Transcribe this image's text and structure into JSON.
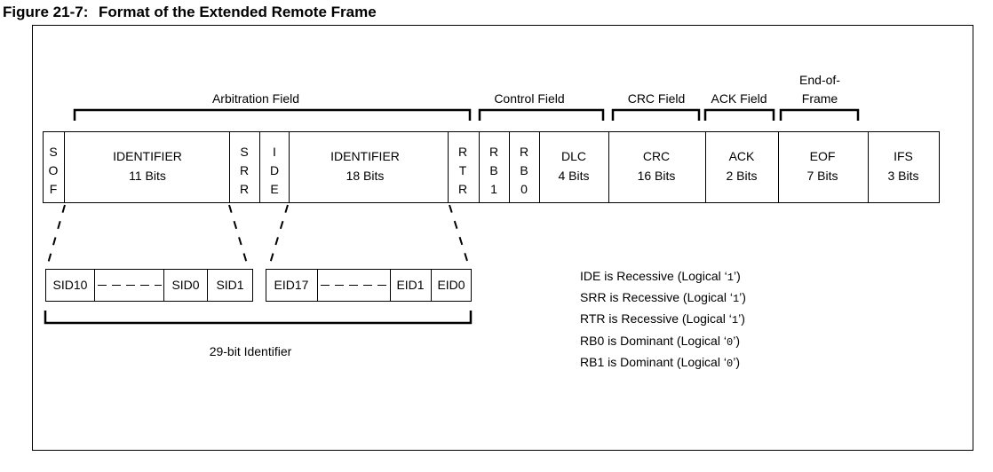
{
  "figure": {
    "label": "Figure 21-7:",
    "title": "Format of the Extended Remote Frame"
  },
  "field_groups": {
    "arbitration": "Arbitration Field",
    "control": "Control Field",
    "crc": "CRC Field",
    "ack": "ACK Field",
    "eof_line1": "End-of-",
    "eof_line2": "Frame"
  },
  "frame_cells": {
    "sof": [
      "S",
      "O",
      "F"
    ],
    "identifier_a": [
      "IDENTIFIER",
      "11 Bits"
    ],
    "srr": [
      "S",
      "R",
      "R"
    ],
    "ide": [
      "I",
      "D",
      "E"
    ],
    "identifier_b": [
      "IDENTIFIER",
      "18 Bits"
    ],
    "rtr": [
      "R",
      "T",
      "R"
    ],
    "rb1": [
      "R",
      "B",
      "1"
    ],
    "rb0": [
      "R",
      "B",
      "0"
    ],
    "dlc": [
      "DLC",
      "4 Bits"
    ],
    "crc": [
      "CRC",
      "16 Bits"
    ],
    "ack": [
      "ACK",
      "2 Bits"
    ],
    "eof": [
      "EOF",
      "7 Bits"
    ],
    "ifs": [
      "IFS",
      "3 Bits"
    ]
  },
  "expanded_identifier": {
    "sid": [
      "SID10",
      "SID0",
      "SID1"
    ],
    "eid": [
      "EID17",
      "EID1",
      "EID0"
    ],
    "caption": "29-bit Identifier"
  },
  "notes": [
    {
      "prefix": "IDE is Recessive (Logical ",
      "value": "1",
      "suffix": ")"
    },
    {
      "prefix": "SRR is Recessive (Logical ",
      "value": "1",
      "suffix": ")"
    },
    {
      "prefix": "RTR is Recessive (Logical ",
      "value": "1",
      "suffix": ")"
    },
    {
      "prefix": "RB0 is Dominant (Logical ",
      "value": "0",
      "suffix": ")"
    },
    {
      "prefix": "RB1 is Dominant (Logical ",
      "value": "0",
      "suffix": ")"
    }
  ]
}
